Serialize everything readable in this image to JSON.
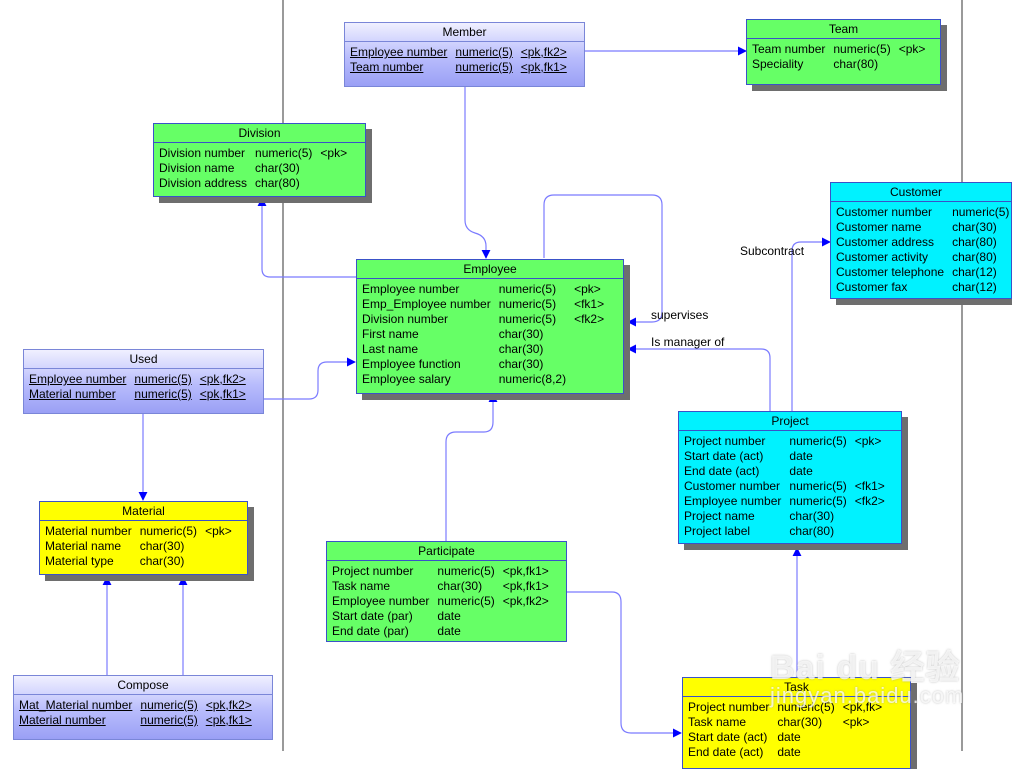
{
  "diagram": {
    "type": "entity-relationship",
    "colors": {
      "green_entity": "#66ff66",
      "cyan_entity": "#00f2ff",
      "yellow_entity": "#ffff00",
      "assoc_entity": "#b8bcfc",
      "connector": "#7b7bff",
      "arrowhead": "#0000ff",
      "border": "#3a52c8"
    },
    "entities": {
      "member": {
        "name": "Member",
        "rows": [
          [
            "Employee number",
            "numeric(5)",
            "<pk,fk2>"
          ],
          [
            "Team number",
            "numeric(5)",
            "<pk,fk1>"
          ]
        ]
      },
      "team": {
        "name": "Team",
        "rows": [
          [
            "Team number",
            "numeric(5)",
            "<pk>"
          ],
          [
            "Speciality",
            "char(80)",
            ""
          ]
        ]
      },
      "division": {
        "name": "Division",
        "rows": [
          [
            "Division number",
            "numeric(5)",
            "<pk>"
          ],
          [
            "Division name",
            "char(30)",
            ""
          ],
          [
            "Division address",
            "char(80)",
            ""
          ]
        ]
      },
      "employee": {
        "name": "Employee",
        "rows": [
          [
            "Employee number",
            "numeric(5)",
            "<pk>"
          ],
          [
            "Emp_Employee number",
            "numeric(5)",
            "<fk1>"
          ],
          [
            "Division number",
            "numeric(5)",
            "<fk2>"
          ],
          [
            "First name",
            "char(30)",
            ""
          ],
          [
            "Last name",
            "char(30)",
            ""
          ],
          [
            "Employee function",
            "char(30)",
            ""
          ],
          [
            "Employee salary",
            "numeric(8,2)",
            ""
          ]
        ]
      },
      "customer": {
        "name": "Customer",
        "rows": [
          [
            "Customer number",
            "numeric(5)",
            ""
          ],
          [
            "Customer name",
            "char(30)",
            ""
          ],
          [
            "Customer address",
            "char(80)",
            ""
          ],
          [
            "Customer activity",
            "char(80)",
            ""
          ],
          [
            "Customer telephone",
            "char(12)",
            ""
          ],
          [
            "Customer fax",
            "char(12)",
            ""
          ]
        ]
      },
      "used": {
        "name": "Used",
        "rows": [
          [
            "Employee number",
            "numeric(5)",
            "<pk,fk2>"
          ],
          [
            "Material number",
            "numeric(5)",
            "<pk,fk1>"
          ]
        ]
      },
      "material": {
        "name": "Material",
        "rows": [
          [
            "Material number",
            "numeric(5)",
            "<pk>"
          ],
          [
            "Material name",
            "char(30)",
            ""
          ],
          [
            "Material type",
            "char(30)",
            ""
          ]
        ]
      },
      "project": {
        "name": "Project",
        "rows": [
          [
            "Project number",
            "numeric(5)",
            "<pk>"
          ],
          [
            "Start date (act)",
            "date",
            ""
          ],
          [
            "End date (act)",
            "date",
            ""
          ],
          [
            "Customer number",
            "numeric(5)",
            "<fk1>"
          ],
          [
            "Employee number",
            "numeric(5)",
            "<fk2>"
          ],
          [
            "Project name",
            "char(30)",
            ""
          ],
          [
            "Project label",
            "char(80)",
            ""
          ]
        ]
      },
      "participate": {
        "name": "Participate",
        "rows": [
          [
            "Project number",
            "numeric(5)",
            "<pk,fk1>"
          ],
          [
            "Task name",
            "char(30)",
            "<pk,fk1>"
          ],
          [
            "Employee number",
            "numeric(5)",
            "<pk,fk2>"
          ],
          [
            "Start date (par)",
            "date",
            ""
          ],
          [
            "End date (par)",
            "date",
            ""
          ]
        ]
      },
      "compose": {
        "name": "Compose",
        "rows": [
          [
            "Mat_Material number",
            "numeric(5)",
            "<pk,fk2>"
          ],
          [
            "Material number",
            "numeric(5)",
            "<pk,fk1>"
          ]
        ]
      },
      "task": {
        "name": "Task",
        "rows": [
          [
            "Project number",
            "numeric(5)",
            "<pk,fk>"
          ],
          [
            "Task name",
            "char(30)",
            "<pk>"
          ],
          [
            "Start date (act)",
            "date",
            ""
          ],
          [
            "End date (act)",
            "date",
            ""
          ]
        ]
      }
    },
    "relationship_labels": {
      "supervises": "supervises",
      "is_manager_of": "Is manager of",
      "subcontract": "Subcontract"
    },
    "relationships": [
      {
        "from": "Member",
        "to": "Team"
      },
      {
        "from": "Member",
        "to": "Employee"
      },
      {
        "from": "Employee",
        "to": "Division"
      },
      {
        "from": "Employee",
        "to": "Employee",
        "label": "supervises"
      },
      {
        "from": "Project",
        "to": "Employee",
        "label": "Is manager of"
      },
      {
        "from": "Project",
        "to": "Customer",
        "label": "Subcontract"
      },
      {
        "from": "Used",
        "to": "Employee"
      },
      {
        "from": "Used",
        "to": "Material"
      },
      {
        "from": "Participate",
        "to": "Employee"
      },
      {
        "from": "Participate",
        "to": "Task"
      },
      {
        "from": "Task",
        "to": "Project"
      },
      {
        "from": "Compose",
        "to": "Material"
      }
    ],
    "watermark": {
      "brand": "Bai du 经验",
      "url": "jingyan.baidu.com"
    }
  }
}
